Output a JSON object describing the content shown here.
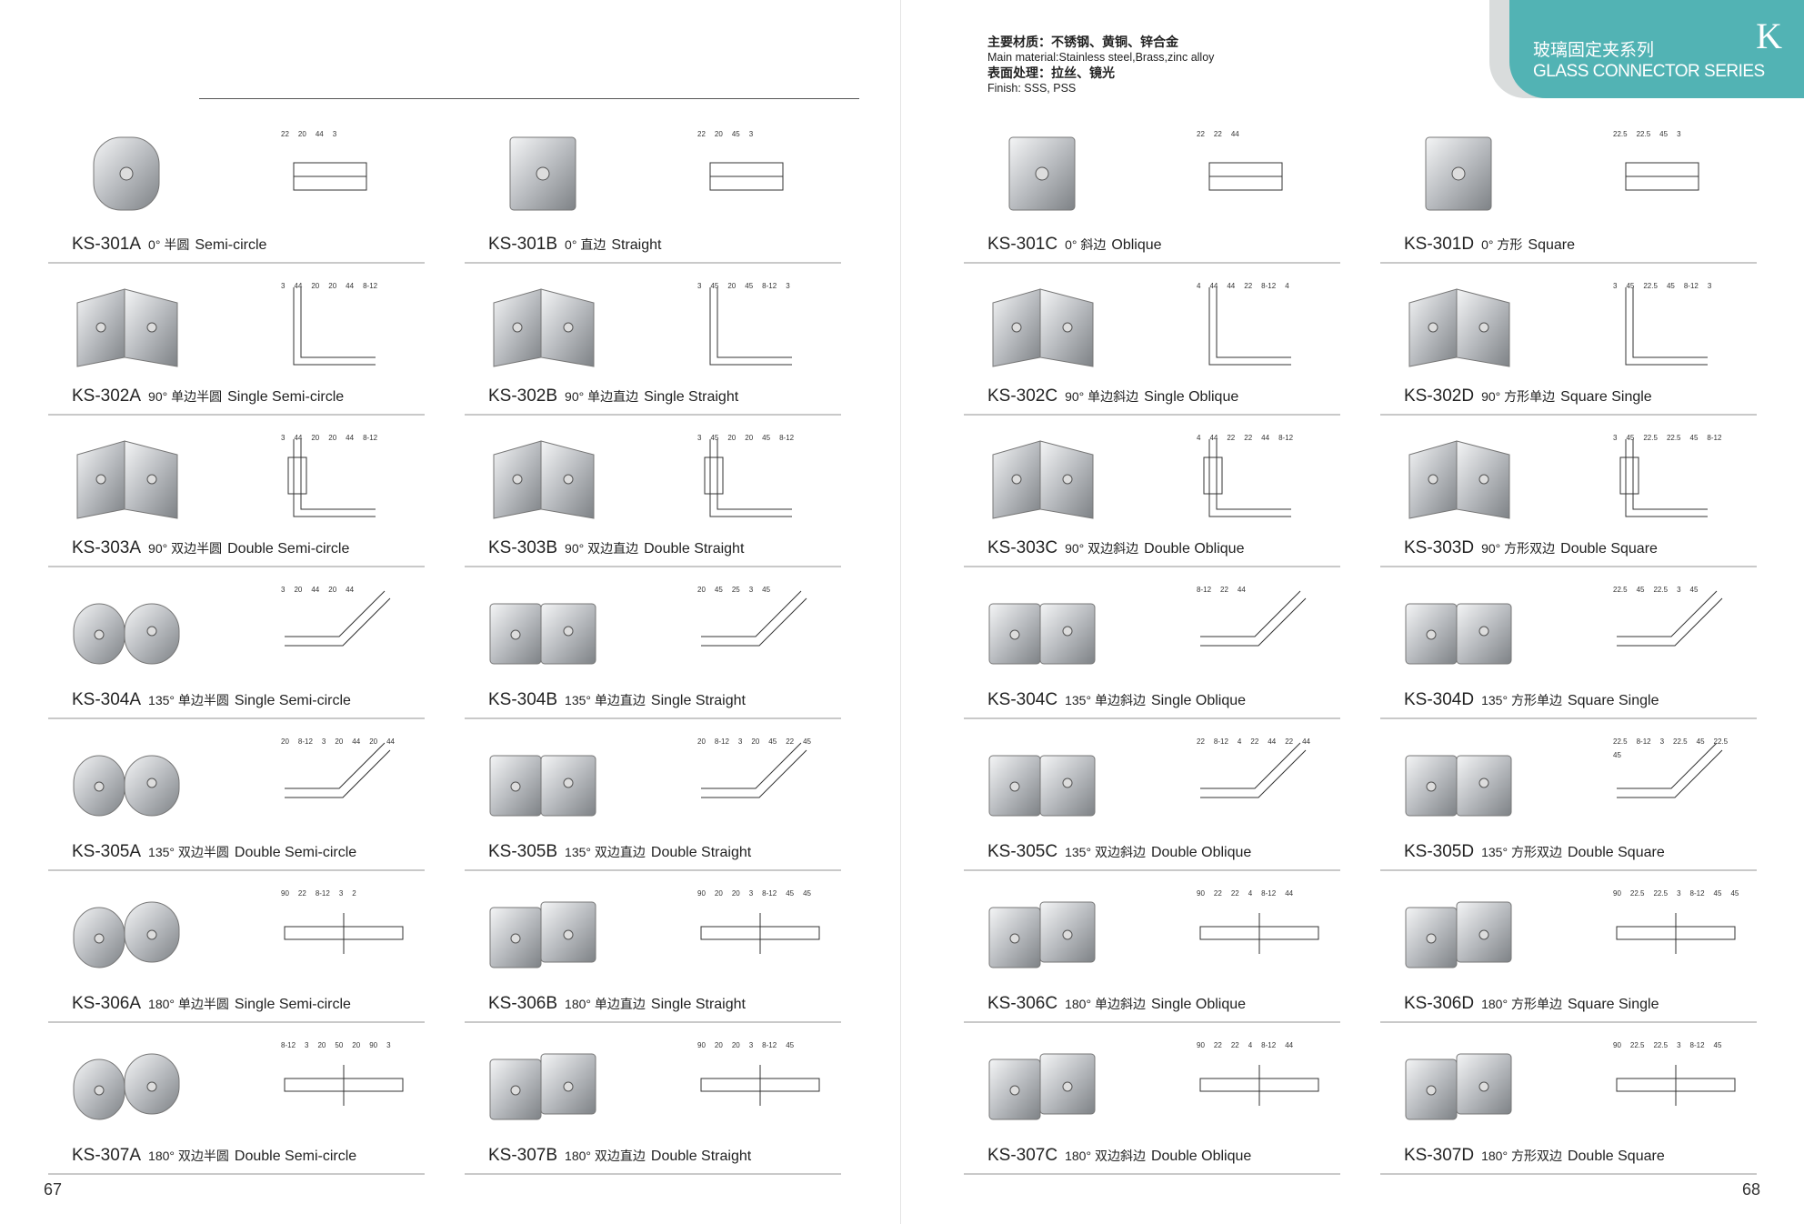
{
  "header": {
    "material_cn": "主要材质：不锈钢、黄铜、锌合金",
    "material_en": "Main material:Stainless steel,Brass,zinc alloy",
    "finish_cn": "表面处理：拉丝、镜光",
    "finish_en": "Finish: SSS, PSS",
    "series_cn": "玻璃固定夹系列",
    "series_en": "GLASS CONNECTOR SERIES",
    "section_letter": "K"
  },
  "page_numbers": {
    "left": "67",
    "right": "68"
  },
  "colors": {
    "accent": "#52b3b4",
    "rule": "#c9c9c9"
  },
  "rows": [
    [
      {
        "code": "KS-301A",
        "cn": "0° 半圆",
        "en": "Semi-circle",
        "dims": [
          "22",
          "20",
          "44",
          "3"
        ]
      },
      {
        "code": "KS-301B",
        "cn": "0° 直边",
        "en": "Straight",
        "dims": [
          "22",
          "20",
          "45",
          "3"
        ]
      },
      {
        "code": "KS-301C",
        "cn": "0° 斜边",
        "en": "Oblique",
        "dims": [
          "22",
          "22",
          "44"
        ]
      },
      {
        "code": "KS-301D",
        "cn": "0° 方形",
        "en": "Square",
        "dims": [
          "22.5",
          "22.5",
          "45",
          "3"
        ]
      }
    ],
    [
      {
        "code": "KS-302A",
        "cn": "90° 单边半圆",
        "en": "Single Semi-circle",
        "dims": [
          "3",
          "44",
          "20",
          "20",
          "44",
          "8-12"
        ]
      },
      {
        "code": "KS-302B",
        "cn": "90° 单边直边",
        "en": "Single Straight",
        "dims": [
          "3",
          "45",
          "20",
          "45",
          "8-12",
          "3"
        ]
      },
      {
        "code": "KS-302C",
        "cn": "90° 单边斜边",
        "en": "Single Oblique",
        "dims": [
          "4",
          "44",
          "44",
          "22",
          "8-12",
          "4"
        ]
      },
      {
        "code": "KS-302D",
        "cn": "90° 方形单边",
        "en": "Square Single",
        "dims": [
          "3",
          "45",
          "22.5",
          "45",
          "8-12",
          "3"
        ]
      }
    ],
    [
      {
        "code": "KS-303A",
        "cn": "90° 双边半圆",
        "en": "Double Semi-circle",
        "dims": [
          "3",
          "44",
          "20",
          "20",
          "44",
          "8-12"
        ]
      },
      {
        "code": "KS-303B",
        "cn": "90° 双边直边",
        "en": "Double Straight",
        "dims": [
          "3",
          "45",
          "20",
          "20",
          "45",
          "8-12"
        ]
      },
      {
        "code": "KS-303C",
        "cn": "90° 双边斜边",
        "en": "Double Oblique",
        "dims": [
          "4",
          "44",
          "22",
          "22",
          "44",
          "8-12"
        ]
      },
      {
        "code": "KS-303D",
        "cn": "90° 方形双边",
        "en": "Double Square",
        "dims": [
          "3",
          "45",
          "22.5",
          "22.5",
          "45",
          "8-12"
        ]
      }
    ],
    [
      {
        "code": "KS-304A",
        "cn": "135° 单边半圆",
        "en": "Single Semi-circle",
        "dims": [
          "3",
          "20",
          "44",
          "20",
          "44"
        ]
      },
      {
        "code": "KS-304B",
        "cn": "135° 单边直边",
        "en": "Single Straight",
        "dims": [
          "20",
          "45",
          "25",
          "3",
          "45"
        ]
      },
      {
        "code": "KS-304C",
        "cn": "135° 单边斜边",
        "en": "Single Oblique",
        "dims": [
          "8-12",
          "22",
          "44"
        ]
      },
      {
        "code": "KS-304D",
        "cn": "135° 方形单边",
        "en": "Square Single",
        "dims": [
          "22.5",
          "45",
          "22.5",
          "3",
          "45"
        ]
      }
    ],
    [
      {
        "code": "KS-305A",
        "cn": "135° 双边半圆",
        "en": "Double Semi-circle",
        "dims": [
          "20",
          "8-12",
          "3",
          "20",
          "44",
          "20",
          "44"
        ]
      },
      {
        "code": "KS-305B",
        "cn": "135° 双边直边",
        "en": "Double Straight",
        "dims": [
          "20",
          "8-12",
          "3",
          "20",
          "45",
          "22",
          "45"
        ]
      },
      {
        "code": "KS-305C",
        "cn": "135° 双边斜边",
        "en": "Double Oblique",
        "dims": [
          "22",
          "8-12",
          "4",
          "22",
          "44",
          "22",
          "44"
        ]
      },
      {
        "code": "KS-305D",
        "cn": "135° 方形双边",
        "en": "Double Square",
        "dims": [
          "22.5",
          "8-12",
          "3",
          "22.5",
          "45",
          "22.5",
          "45"
        ]
      }
    ],
    [
      {
        "code": "KS-306A",
        "cn": "180° 单边半圆",
        "en": "Single Semi-circle",
        "dims": [
          "90",
          "22",
          "8-12",
          "3",
          "2"
        ]
      },
      {
        "code": "KS-306B",
        "cn": "180° 单边直边",
        "en": "Single Straight",
        "dims": [
          "90",
          "20",
          "20",
          "3",
          "8-12",
          "45",
          "45"
        ]
      },
      {
        "code": "KS-306C",
        "cn": "180° 单边斜边",
        "en": "Single Oblique",
        "dims": [
          "90",
          "22",
          "22",
          "4",
          "8-12",
          "44"
        ]
      },
      {
        "code": "KS-306D",
        "cn": "180° 方形单边",
        "en": "Square Single",
        "dims": [
          "90",
          "22.5",
          "22.5",
          "3",
          "8-12",
          "45",
          "45"
        ]
      }
    ],
    [
      {
        "code": "KS-307A",
        "cn": "180° 双边半圆",
        "en": "Double Semi-circle",
        "dims": [
          "8-12",
          "3",
          "20",
          "50",
          "20",
          "90",
          "3"
        ]
      },
      {
        "code": "KS-307B",
        "cn": "180° 双边直边",
        "en": "Double Straight",
        "dims": [
          "90",
          "20",
          "20",
          "3",
          "8-12",
          "45"
        ]
      },
      {
        "code": "KS-307C",
        "cn": "180° 双边斜边",
        "en": "Double Oblique",
        "dims": [
          "90",
          "22",
          "22",
          "4",
          "8-12",
          "44"
        ]
      },
      {
        "code": "KS-307D",
        "cn": "180° 方形双边",
        "en": "Double Square",
        "dims": [
          "90",
          "22.5",
          "22.5",
          "3",
          "8-12",
          "45"
        ]
      }
    ]
  ]
}
